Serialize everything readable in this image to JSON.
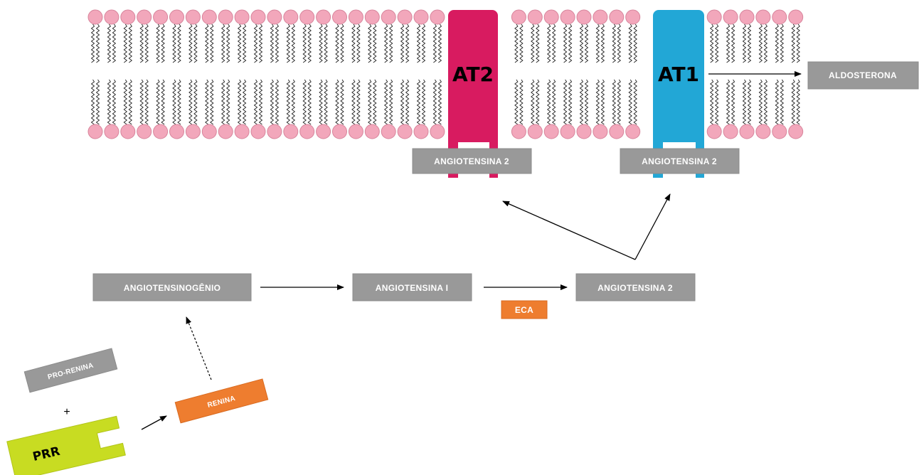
{
  "labels": {
    "at2": "AT2",
    "at1": "AT1",
    "aldosterona": "ALDOSTERONA",
    "angiotensina2_at2": "ANGIOTENSINA 2",
    "angiotensina2_at1": "ANGIOTENSINA 2",
    "angiotensinogenio": "ANGIOTENSINOGÊNIO",
    "angiotensina1": "ANGIOTENSINA I",
    "angiotensina2": "ANGIOTENSINA 2",
    "eca": "ECA",
    "pro_renina": "PRO-RENINA",
    "plus": "+",
    "renina": "RENINA",
    "prr": "PRR"
  },
  "colors": {
    "at2_receptor": "#d81b60",
    "at1_receptor": "#22a7d6",
    "lipid_head": "#f2a7bb",
    "box_gray": "#999999",
    "box_orange": "#ee7d2f",
    "prr": "#c8dc22"
  }
}
